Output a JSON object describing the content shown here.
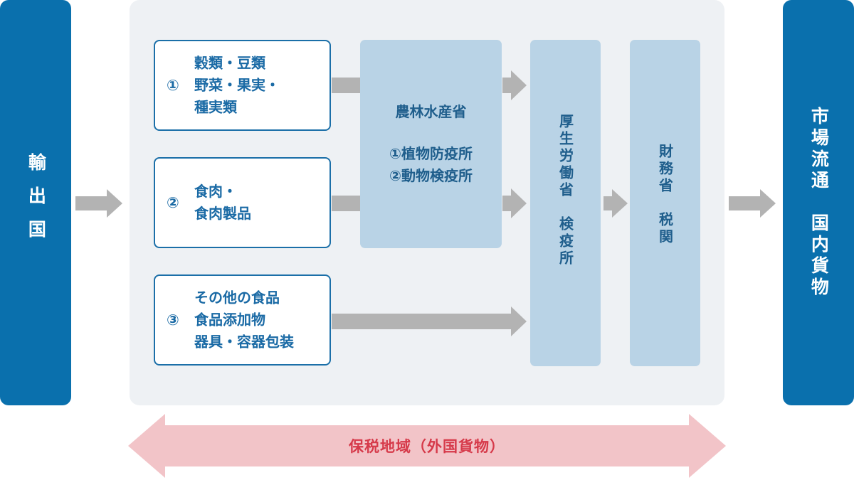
{
  "export_country": {
    "label": "輸出国"
  },
  "market": {
    "label": "市場流通　国内貨物"
  },
  "categories": [
    {
      "num": "①",
      "lines": [
        "穀類・豆類",
        "野菜・果実・",
        "種実類"
      ]
    },
    {
      "num": "②",
      "lines": [
        "食肉・",
        "食肉製品"
      ]
    },
    {
      "num": "③",
      "lines": [
        "その他の食品",
        "食品添加物",
        "器具・容器包装"
      ]
    }
  ],
  "agencies": {
    "maff": {
      "title": "農林水産省",
      "offices": [
        "①植物防疫所",
        "②動物検疫所"
      ]
    },
    "mhlw": {
      "label": "厚生労働省　検疫所"
    },
    "mof": {
      "label": "財務省　税関"
    }
  },
  "bonded_area": {
    "label": "保税地域（外国貨物）"
  },
  "colors": {
    "primary_blue": "#0a70ad",
    "box_border": "#1b6fa8",
    "agency_fill": "#b9d3e6",
    "area_bg": "#eef1f4",
    "arrow_gray": "#b3b3b3",
    "bonded_fill": "#f2c4c8",
    "bonded_text": "#d63a4a"
  }
}
